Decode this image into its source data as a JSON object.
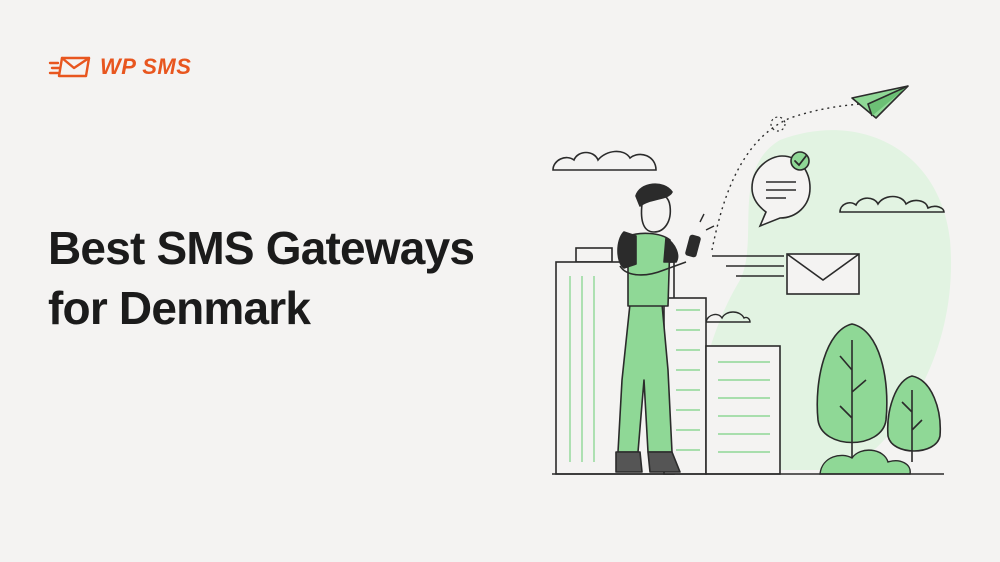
{
  "brand": {
    "name": "WP SMS",
    "accent_color": "#e8561f",
    "icon": "envelope-speed-icon"
  },
  "headline": {
    "line1": "Best SMS Gateways",
    "line2": "for Denmark"
  },
  "illustration": {
    "icons": [
      "paper-plane-icon",
      "chat-bubble-icon",
      "checkmark-icon",
      "envelope-icon",
      "cloud-icon",
      "phone-icon",
      "person",
      "building",
      "tree"
    ],
    "green_color": "#8fd896",
    "light_green_color": "#e2f3e2",
    "stroke_color": "#2b2b2b"
  }
}
